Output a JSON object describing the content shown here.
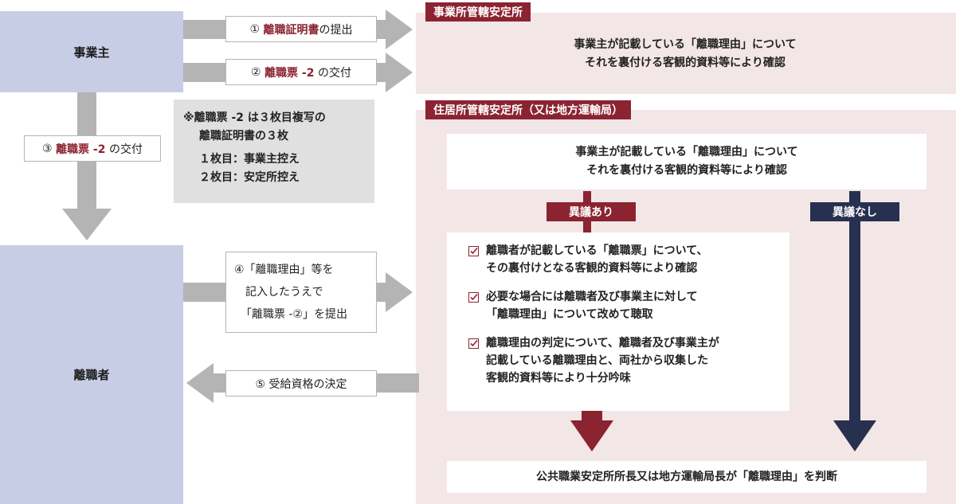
{
  "actors": {
    "employer": "事業主",
    "leaver": "離職者"
  },
  "steps": {
    "s1": {
      "num": "①",
      "red": "離職証明書",
      "rest": "の提出"
    },
    "s2": {
      "num": "②",
      "red": "離職票 -2",
      "rest": "の交付"
    },
    "s3": {
      "num": "③",
      "red": "離職票 -2",
      "rest": "の交付"
    },
    "s4": {
      "lines": [
        "④「離職理由」等を",
        "記入したうえで",
        "「離職票 -②」を提出"
      ]
    },
    "s5": {
      "text": "⑤ 受給資格の決定"
    }
  },
  "note": {
    "line1": "※離職票 -2 は３枚目複写の",
    "line2": "離職証明書の３枚",
    "line3": "１枚目：事業主控え",
    "line4": "２枚目：安定所控え"
  },
  "office1": {
    "tag": "事業所管轄安定所",
    "line1": "事業主が記載している「離職理由」について",
    "line2": "それを裏付ける客観的資料等により確認"
  },
  "office2": {
    "tag": "住居所管轄安定所（又は地方運輸局）",
    "box_line1": "事業主が記載している「離職理由」について",
    "box_line2": "それを裏付ける客観的資料等により確認",
    "objection_yes": "異議あり",
    "objection_no": "異議なし",
    "checks": [
      {
        "l1": "離職者が記載している「離職票」について、",
        "l2": "その裏付けとなる客観的資料等により確認"
      },
      {
        "l1": "必要な場合には離職者及び事業主に対して",
        "l2": "「離職理由」について改めて聴取"
      },
      {
        "l1": "離職理由の判定について、離職者及び事業主が",
        "l2": "記載している離職理由と、両社から収集した",
        "l3": "客観的資料等により十分吟味"
      }
    ],
    "final": "公共職業安定所所長又は地方運輸局長が「離職理由」を判断"
  },
  "colors": {
    "actor": "#c8cde6",
    "panel": "#f3e6e7",
    "tag": "#8b2331",
    "arrow_gray": "#b4b4b4",
    "arrow_red": "#8b2331",
    "arrow_navy": "#283050"
  }
}
